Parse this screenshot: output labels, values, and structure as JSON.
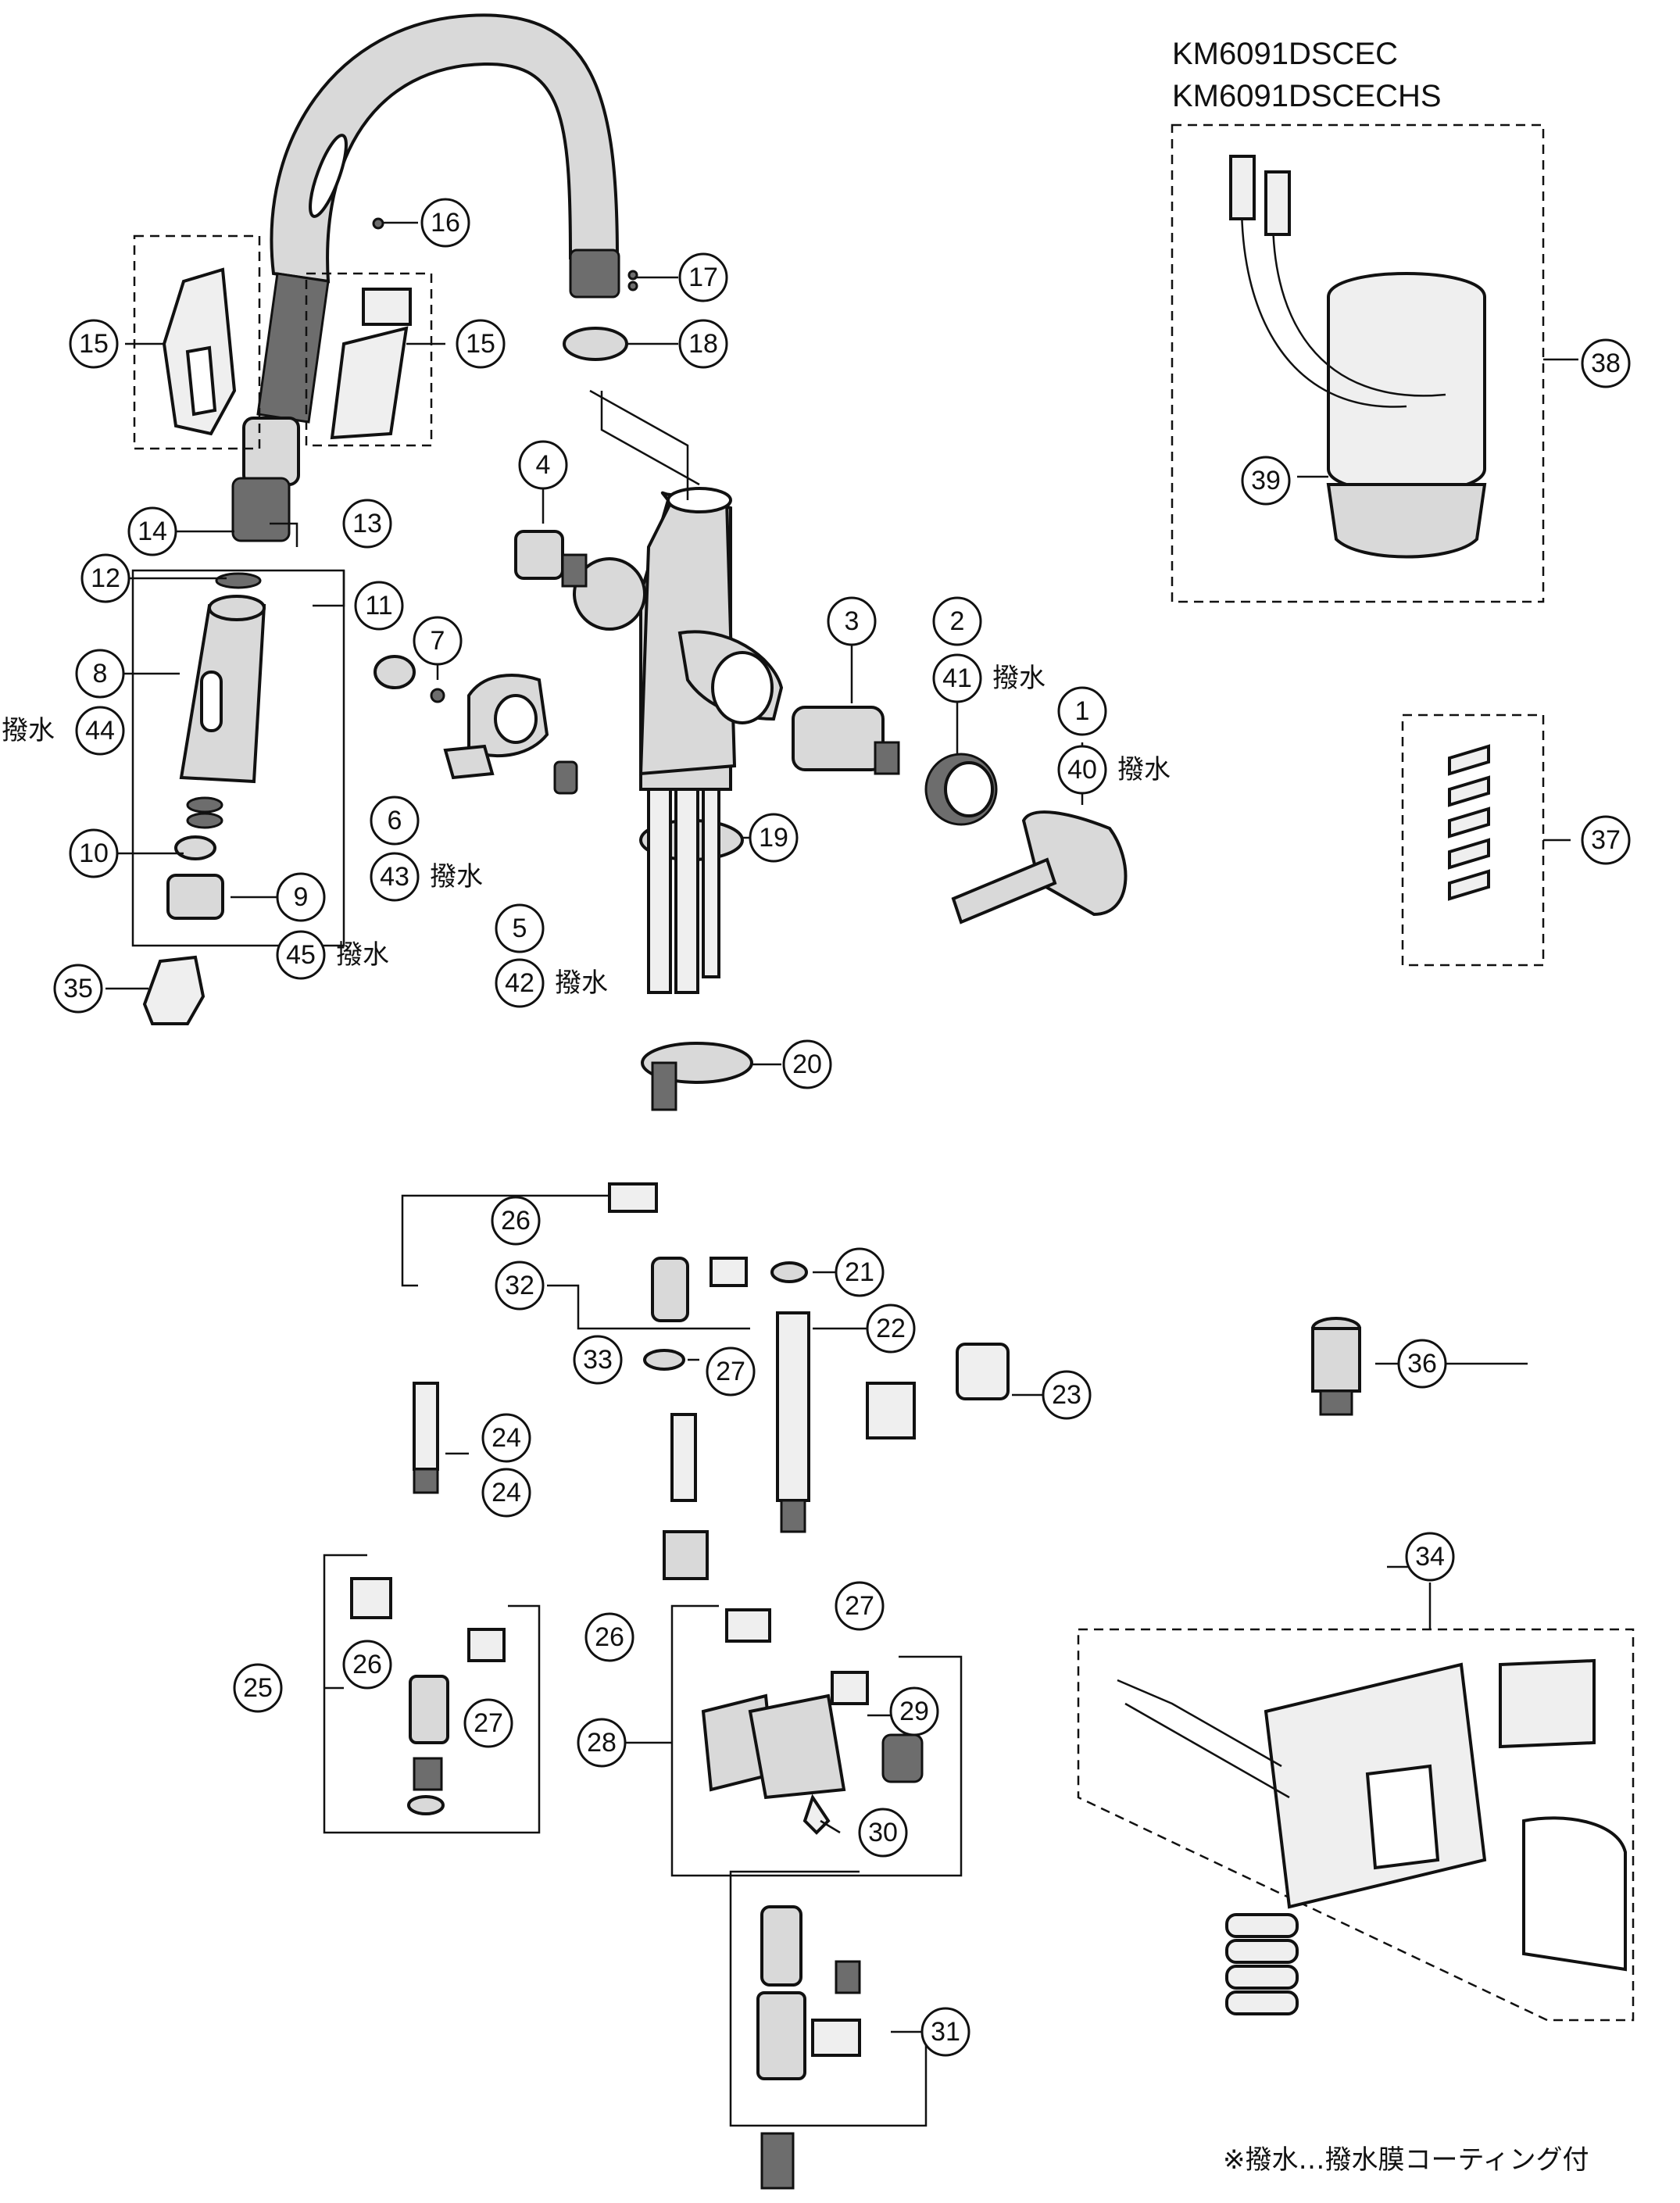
{
  "models": [
    "KM6091DSCEC",
    "KM6091DSCECHS"
  ],
  "footnote": "※撥水…撥水膜コーティング付",
  "water_repellent_label": "撥水",
  "callouts": {
    "c1": "1",
    "c2": "2",
    "c3": "3",
    "c4": "4",
    "c5": "5",
    "c6": "6",
    "c7": "7",
    "c8": "8",
    "c9": "9",
    "c10": "10",
    "c11": "11",
    "c12": "12",
    "c13": "13",
    "c14": "14",
    "c15a": "15",
    "c15b": "15",
    "c16": "16",
    "c17": "17",
    "c18": "18",
    "c19": "19",
    "c20": "20",
    "c21": "21",
    "c22": "22",
    "c23": "23",
    "c24a": "24",
    "c24b": "24",
    "c25": "25",
    "c26a": "26",
    "c26b": "26",
    "c26c": "26",
    "c27a": "27",
    "c27b": "27",
    "c27c": "27",
    "c28": "28",
    "c29": "29",
    "c30": "30",
    "c31": "31",
    "c32": "32",
    "c33": "33",
    "c34": "34",
    "c35": "35",
    "c36": "36",
    "c37": "37",
    "c38": "38",
    "c39": "39",
    "c40": "40",
    "c41": "41",
    "c42": "42",
    "c43": "43",
    "c44": "44",
    "c45": "45"
  }
}
